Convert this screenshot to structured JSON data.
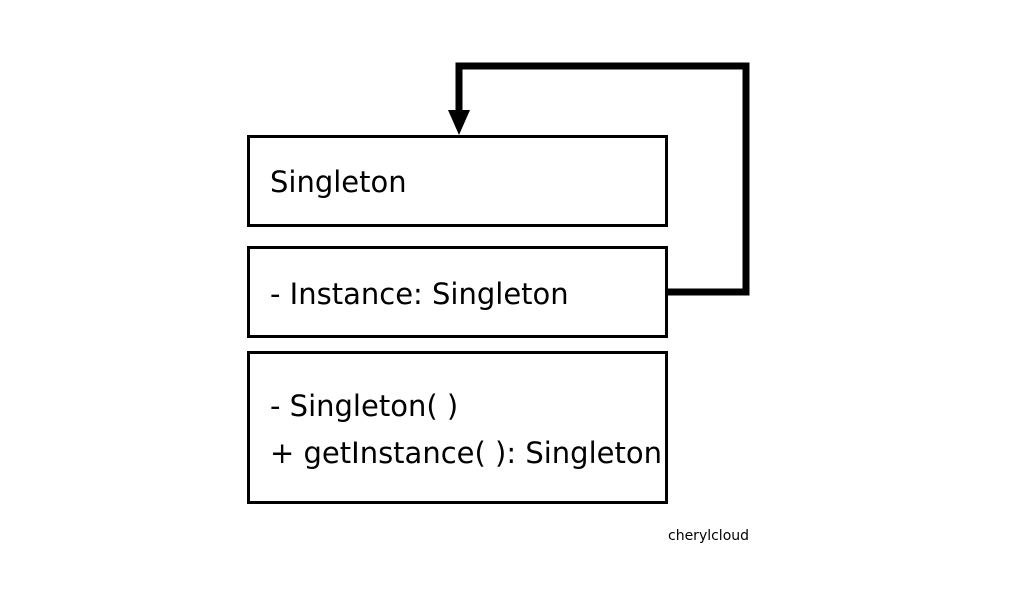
{
  "diagram": {
    "class_name": "Singleton",
    "attributes": [
      "- Instance: Singleton"
    ],
    "operations": [
      "- Singleton( )",
      "+ getInstance( ): Singleton"
    ],
    "self_association": {
      "from": "- Instance: Singleton",
      "to": "Singleton",
      "arrowhead": "filled-triangle"
    }
  },
  "watermark": "cherylcloud",
  "colors": {
    "line": "#000000",
    "background": "#ffffff"
  }
}
